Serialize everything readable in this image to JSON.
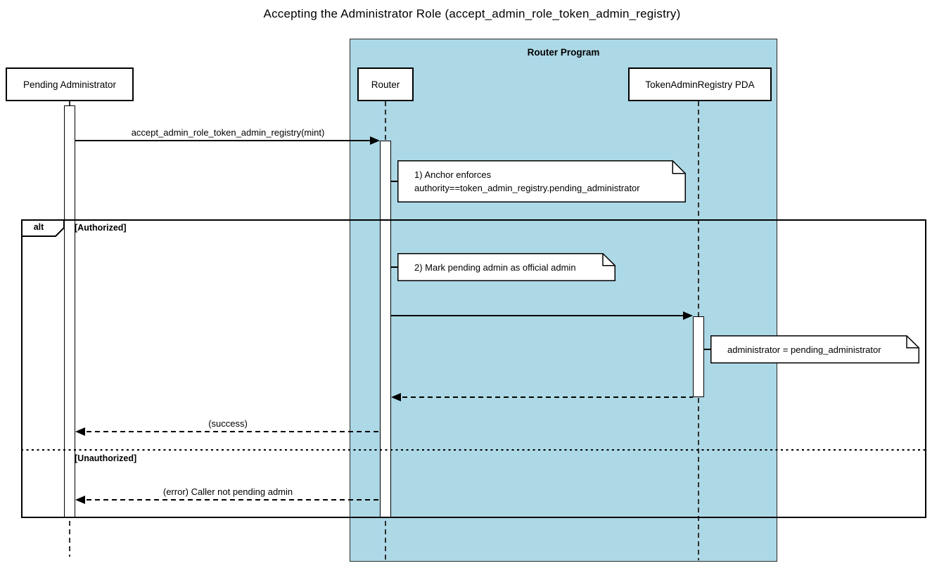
{
  "title": "Accepting the Administrator Role (accept_admin_role_token_admin_registry)",
  "program_container": {
    "label": "Router Program",
    "fill": "#ADD8E6",
    "border_color": "#2B2B2B"
  },
  "participants": [
    {
      "id": "pending-admin",
      "label": "Pending Administrator"
    },
    {
      "id": "router",
      "label": "Router"
    },
    {
      "id": "registry-pda",
      "label": "TokenAdminRegistry PDA"
    }
  ],
  "messages": [
    {
      "from": "pending-admin",
      "to": "router",
      "type": "solid",
      "label": "accept_admin_role_token_admin_registry(mint)"
    },
    {
      "from": "router",
      "to": "registry-pda",
      "type": "solid",
      "label": ""
    },
    {
      "from": "registry-pda",
      "to": "router",
      "type": "dashed",
      "label": ""
    },
    {
      "from": "router",
      "to": "pending-admin",
      "type": "dashed",
      "label": "(success)"
    },
    {
      "from": "router",
      "to": "pending-admin",
      "type": "dashed",
      "label": "(error) Caller not pending admin"
    }
  ],
  "notes": [
    {
      "attached_to": "router",
      "lines": [
        "1) Anchor enforces",
        "authority==token_admin_registry.pending_administrator"
      ]
    },
    {
      "attached_to": "router",
      "lines": [
        "2) Mark pending admin as official admin"
      ]
    },
    {
      "attached_to": "registry-pda",
      "lines": [
        "administrator = pending_administrator"
      ]
    }
  ],
  "alt_frame": {
    "operator": "alt",
    "guards": [
      "[Authorized]",
      "[Unauthorized]"
    ]
  }
}
